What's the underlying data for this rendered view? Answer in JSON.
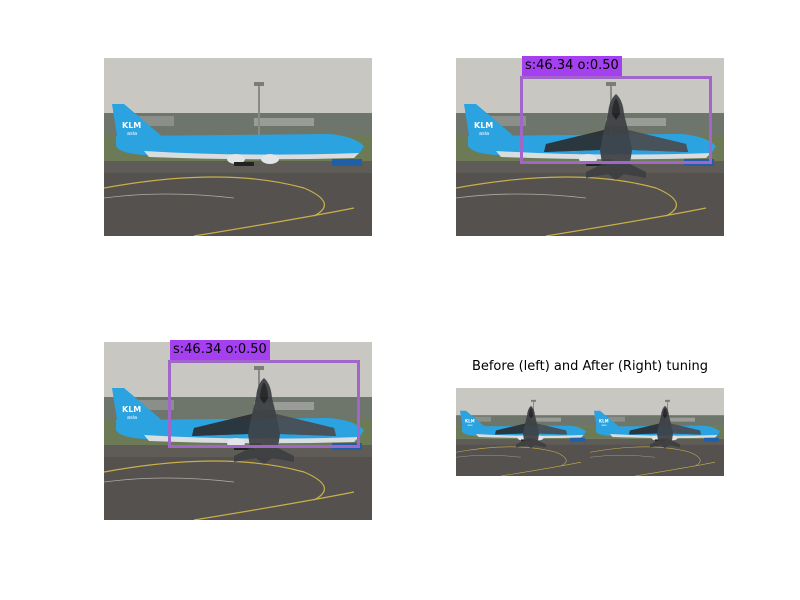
{
  "panels": {
    "original": {},
    "detection_top": {
      "label": "s:46.34 o:0.50",
      "box_color": "#a066c8",
      "label_color": "#a540f0"
    },
    "detection_bottom": {
      "label": "s:46.34 o:0.50",
      "box_color": "#a066c8",
      "label_color": "#a540f0"
    },
    "comparison": {
      "title": "Before (left) and After (Right) tuning"
    }
  },
  "image_content": {
    "airline_tail_text": "KLM",
    "airline_sub_text": "asia",
    "body_color": "#2aa3e0"
  }
}
